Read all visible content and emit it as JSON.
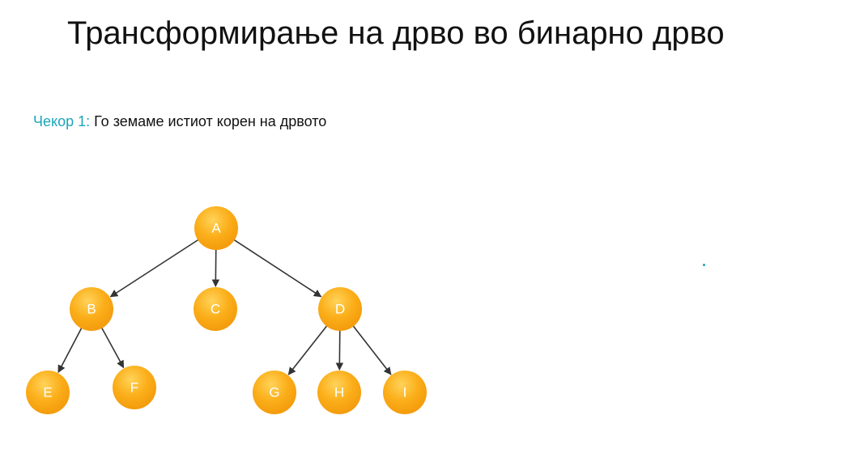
{
  "slide": {
    "title": "Трансформирање на дрво во бинарно дрво",
    "step_label": "Чекор 1:",
    "step_text": "Го земаме истиот корен на дрвото"
  },
  "colors": {
    "node_fill": "#f9a313",
    "node_highlight": "#ffd35a",
    "edge": "#333333",
    "accent": "#1aa6b7"
  },
  "tree": {
    "nodes": {
      "A": "A",
      "B": "B",
      "C": "C",
      "D": "D",
      "E": "E",
      "F": "F",
      "G": "G",
      "H": "H",
      "I": "I"
    },
    "edges": [
      [
        "A",
        "B"
      ],
      [
        "A",
        "C"
      ],
      [
        "A",
        "D"
      ],
      [
        "B",
        "E"
      ],
      [
        "B",
        "F"
      ],
      [
        "D",
        "G"
      ],
      [
        "D",
        "H"
      ],
      [
        "D",
        "I"
      ]
    ]
  }
}
